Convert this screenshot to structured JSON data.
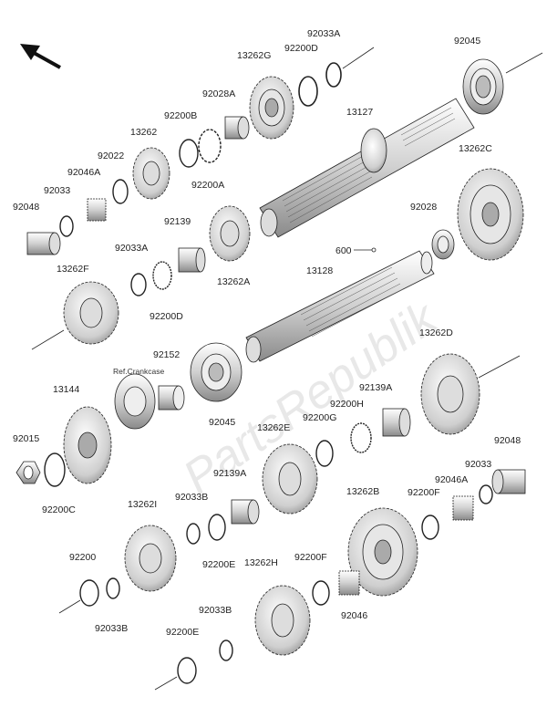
{
  "watermark": "PartsRepublik",
  "reference_note": "Ref.Crankcase",
  "labels": {
    "p92033A_top": "92033A",
    "p92200D_top": "92200D",
    "p13262G": "13262G",
    "p92045_top": "92045",
    "p92028A": "92028A",
    "p92200B": "92200B",
    "p13262": "13262",
    "p13127": "13127",
    "p92022": "92022",
    "p92046A_top": "92046A",
    "p92200A": "92200A",
    "p92033_top": "92033",
    "p92048_top": "92048",
    "p13262C": "13262C",
    "p92139": "92139",
    "p92028": "92028",
    "p92033A_mid": "92033A",
    "p600": "600",
    "p13262F": "13262F",
    "p13262A": "13262A",
    "p13128": "13128",
    "p92200D_mid": "92200D",
    "p13262D": "13262D",
    "p92152": "92152",
    "p92045_mid": "92045",
    "p13144": "13144",
    "p92139A_right": "92139A",
    "p92200H": "92200H",
    "p92200G": "92200G",
    "p13262E": "13262E",
    "p92015": "92015",
    "p92048_right": "92048",
    "p92200C": "92200C",
    "p92033_right": "92033",
    "p92046A_right": "92046A",
    "p92139A_mid": "92139A",
    "p13262B": "13262B",
    "p92200F_right": "92200F",
    "p13262I": "13262I",
    "p92033B_mid": "92033B",
    "p92200_left": "92200",
    "p92200E_mid": "92200E",
    "p13262H": "13262H",
    "p92200F_low": "92200F",
    "p92046": "92046",
    "p92033B_left": "92033B",
    "p92033B_low": "92033B",
    "p92200E_low": "92200E"
  },
  "colors": {
    "line": "#222222",
    "part_fill": "#f2f2f2",
    "shadow": "#9a9a9a"
  }
}
